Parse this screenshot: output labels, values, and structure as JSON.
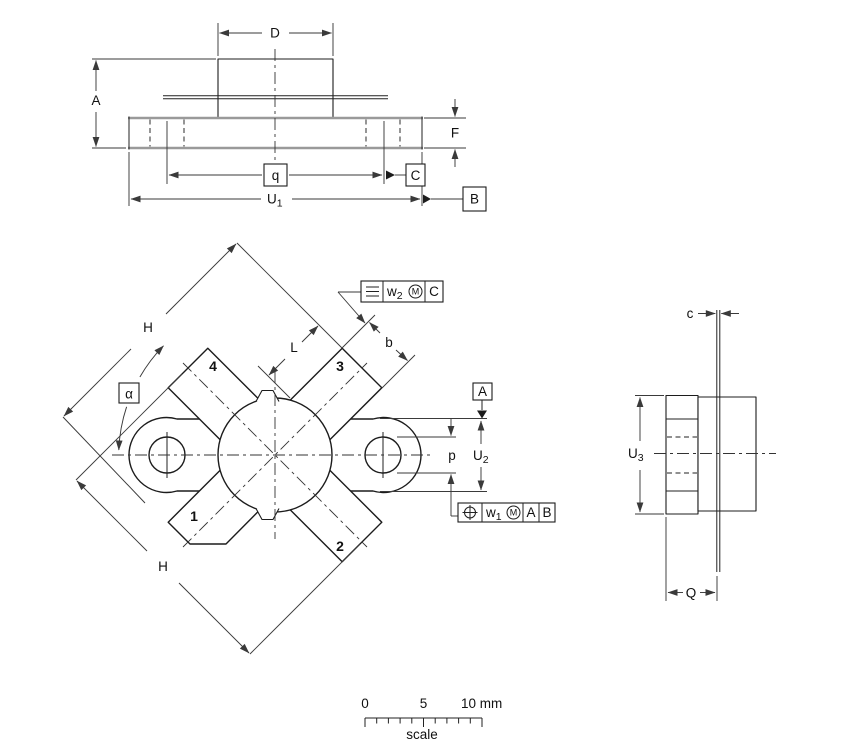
{
  "top_view": {
    "dim_d": "D",
    "dim_a": "A",
    "dim_f": "F",
    "dim_q": "q",
    "datum_c": "C",
    "dim_u1": {
      "base": "U",
      "sub": "1"
    },
    "datum_b": "B"
  },
  "middle_view": {
    "dim_h_upper": "H",
    "dim_h_lower": "H",
    "dim_l": "L",
    "dim_b": "b",
    "dim_alpha": "α",
    "lead1": "1",
    "lead2": "2",
    "lead3": "3",
    "lead4": "4",
    "datum_a": "A",
    "dim_p": "p",
    "dim_u2": {
      "base": "U",
      "sub": "2"
    },
    "w2_frame": {
      "symbol": "symmetry-icon",
      "w": {
        "base": "w",
        "sub": "2"
      },
      "modifier": "M",
      "datum": "C"
    },
    "w1_frame": {
      "symbol": "position-icon",
      "w": {
        "base": "w",
        "sub": "1"
      },
      "modifier": "M",
      "datum_1": "A",
      "datum_2": "B"
    }
  },
  "right_view": {
    "dim_c": "c",
    "dim_u3": {
      "base": "U",
      "sub": "3"
    },
    "dim_q": "Q"
  },
  "scale_bar": {
    "label_0": "0",
    "label_5": "5",
    "label_10": "10 mm",
    "caption": "scale"
  },
  "colors": {
    "line": "#1c1c1c",
    "dim_line": "#3a3a3a",
    "flange_edge": "#9a9a9a",
    "background": "#ffffff"
  }
}
